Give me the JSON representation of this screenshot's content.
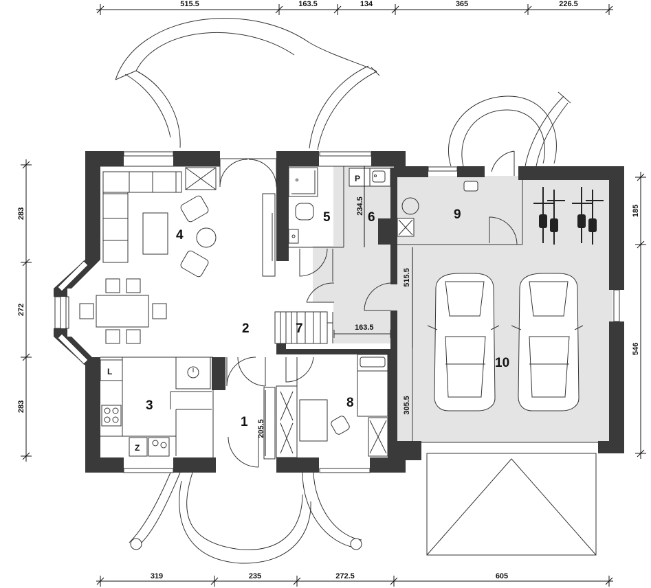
{
  "dimensions": {
    "top": [
      "515.5",
      "163.5",
      "134",
      "365",
      "226.5"
    ],
    "bottom": [
      "319",
      "235",
      "272.5",
      "605"
    ],
    "left": [
      "283",
      "272",
      "283"
    ],
    "right": [
      "185",
      "546"
    ],
    "interior": {
      "room6_depth": "234.5",
      "hall_width": "163.5",
      "garage_left_upper": "515.5",
      "garage_left_lower": "305.5",
      "entrance_width": "205.5"
    }
  },
  "rooms": {
    "r1": "1",
    "r2": "2",
    "r3": "3",
    "r4": "4",
    "r5": "5",
    "r6": "6",
    "r7": "7",
    "r8": "8",
    "r9": "9",
    "r10": "10"
  },
  "fixtures": {
    "p_label": "P",
    "l_label": "L",
    "z_label": "Z"
  },
  "colors": {
    "wall": "#3a3a3a",
    "utility_floor": "#e4e4e4",
    "line": "#333333"
  }
}
